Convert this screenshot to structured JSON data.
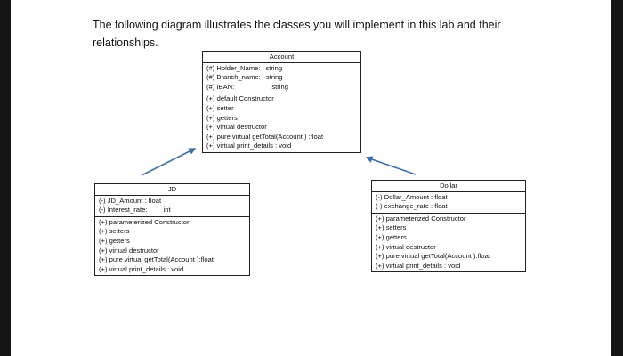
{
  "intro": "The following diagram illustrates the classes you will implement in this lab and their relationships.",
  "classes": {
    "account": {
      "name": "Account",
      "attributes": [
        {
          "name": "(#) Holder_Name:",
          "type": "string"
        },
        {
          "name": "(#) Branch_name:",
          "type": "string"
        },
        {
          "name": "(#) IBAN:",
          "type": "string"
        }
      ],
      "methods": [
        "(+) default Constructor",
        "(+) setter",
        "(+) getters",
        "(+) virtual destructor",
        "(+) pure virtual getTotal(Account ) :float",
        "(+) virtual print_details   : void"
      ]
    },
    "jd": {
      "name": "JD",
      "attributes": [
        {
          "name": "(-) JD_Amount : float",
          "type": ""
        },
        {
          "name": "(-) Interest_rate:",
          "type": "int"
        }
      ],
      "methods": [
        "(+) parameterized Constructor",
        "(+) setters",
        "(+) getters",
        "(+) virtual destructor",
        "(+) pure virtual getTotal(Account ):float",
        "(+) virtual print_details   : void"
      ]
    },
    "dollar": {
      "name": "Dollar",
      "attributes": [
        {
          "name": "(-) Dollar_Amount : float",
          "type": ""
        },
        {
          "name": "(-) exchange_rate : float",
          "type": ""
        }
      ],
      "methods": [
        "(+) parameterized Constructor",
        "(+) setters",
        "(+) getters",
        "(+) virtual destructor",
        "(+) pure virtual getTotal(Account ):float",
        "(+) virtual print_details   : void"
      ]
    }
  },
  "colors": {
    "arrow": "#3f6fa8",
    "border": "#222222",
    "backdrop": "#141414"
  }
}
